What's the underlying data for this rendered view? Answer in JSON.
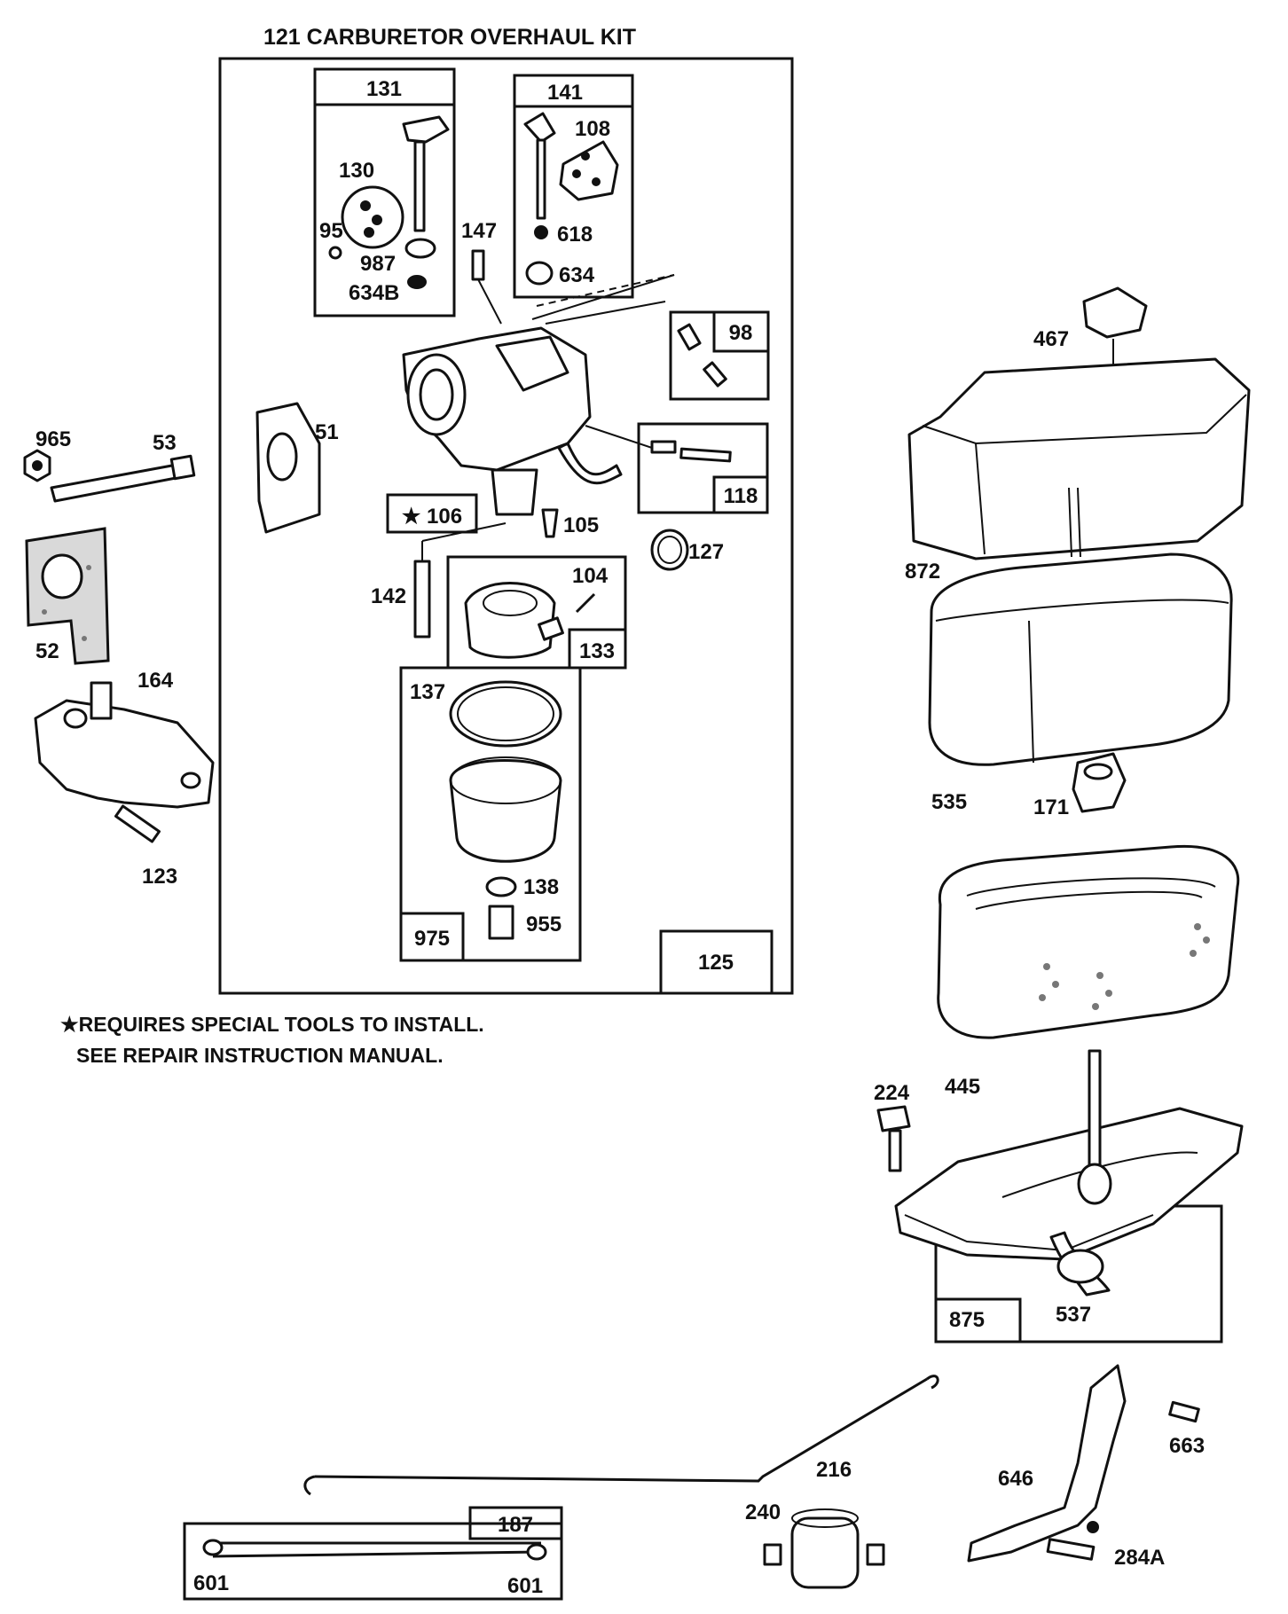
{
  "title": "121 CARBURETOR OVERHAUL KIT",
  "note": {
    "line1": "★REQUIRES SPECIAL TOOLS TO INSTALL.",
    "line2": "SEE REPAIR INSTRUCTION MANUAL."
  },
  "labels": {
    "p131": "131",
    "p141": "141",
    "p130": "130",
    "p95": "95",
    "p987": "987",
    "p634b": "634B",
    "p108": "108",
    "p618": "618",
    "p634": "634",
    "p147": "147",
    "p98": "98",
    "p51": "51",
    "p965": "965",
    "p53": "53",
    "p106": "★ 106",
    "p105": "105",
    "p118": "118",
    "p127": "127",
    "p142": "142",
    "p104": "104",
    "p133": "133",
    "p52": "52",
    "p164": "164",
    "p137": "137",
    "p123": "123",
    "p138": "138",
    "p955": "955",
    "p975": "975",
    "p125": "125",
    "p467": "467",
    "p872": "872",
    "p535": "535",
    "p171": "171",
    "p445": "445",
    "p224": "224",
    "p875": "875",
    "p537": "537",
    "p663": "663",
    "p216": "216",
    "p646": "646",
    "p240": "240",
    "p187": "187",
    "p601a": "601",
    "p601b": "601",
    "p284a": "284A"
  }
}
